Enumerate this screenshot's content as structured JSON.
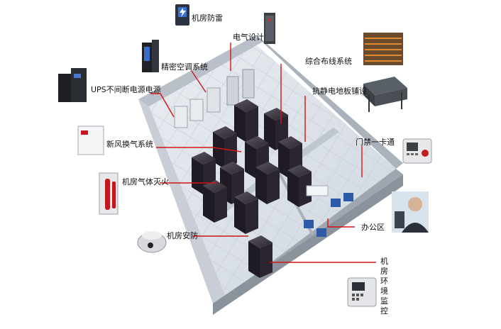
{
  "labels": {
    "lightning": "机房防雷",
    "electrical": "电气设计",
    "precision_ac": "精密空调系统",
    "cabling": "综合布线系统",
    "ups": "UPS不间断电源电源",
    "antistatic_floor": "抗静电地板铺设",
    "fresh_air": "新风换气系统",
    "access_control": "门禁一卡通",
    "gas_fire": "机房气体灭火",
    "office": "办公区",
    "security": "机房安防",
    "env_monitor": "机房环境监控"
  },
  "icons": {
    "lightning": "lightning-protector-icon",
    "electrical": "power-cabinet-icon",
    "precision_ac": "air-conditioner-icon",
    "cabling": "patch-panel-icon",
    "ups": "ups-unit-icon",
    "antistatic_floor": "raised-floor-tile-icon",
    "fresh_air": "fresh-air-unit-icon",
    "access_control": "card-reader-icon",
    "gas_fire": "fire-suppression-icon",
    "office": "office-worker-icon",
    "security": "dome-camera-icon",
    "env_monitor": "monitor-panel-icon"
  },
  "colors": {
    "leader_line": "#d01515",
    "rack": "#2a2530",
    "wall": "#c8ccd2",
    "floor": "#dde2e8"
  }
}
